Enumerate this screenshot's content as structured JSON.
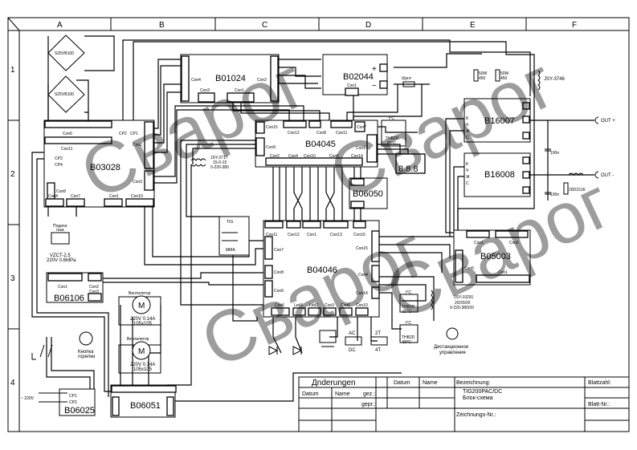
{
  "frame": {
    "columns": [
      "A",
      "B",
      "C",
      "D",
      "E",
      "F"
    ],
    "rows": [
      "1",
      "2",
      "3",
      "4"
    ]
  },
  "watermark": "Сварог",
  "modules": {
    "b01024": {
      "name": "B01024",
      "con4": "Con4",
      "con2": "Con2",
      "con3": "Con3",
      "con1": "Con1"
    },
    "b02044": {
      "name": "B02044",
      "con1": "Con1",
      "plus": "+",
      "minus": "−"
    },
    "b03028": {
      "name": "B03028",
      "con6": "Con6",
      "con11": "Con11",
      "con2": "Con2",
      "con3": "Con3",
      "con8": "Con8",
      "con4": "Con4",
      "con7": "Con7",
      "con1": "Con1",
      "con10": "Con10",
      "cp1": "CP1",
      "cp2": "CP2",
      "cp3": "CP3",
      "cp4": "CP4"
    },
    "b04045": {
      "name": "B04045",
      "con15": "Con15",
      "con12": "Con12",
      "con8": "Con8",
      "con11": "Con11",
      "con9": "Con9",
      "con2": "Con2",
      "con4": "Con4",
      "con10": "Con10",
      "con5": "Con5",
      "con14": "Con14",
      "con7": "Con7",
      "con1": "Con1"
    },
    "b16007": {
      "name": "B16007",
      "pins": [
        "K",
        "Ч",
        "Ж",
        "С"
      ]
    },
    "b16008": {
      "name": "B16008",
      "pins": [
        "K",
        "Ч",
        "Ж",
        "С"
      ]
    },
    "b06050": {
      "name": "B06050"
    },
    "b04046": {
      "name": "B04046",
      "con11": "Con11",
      "con12": "Con12",
      "con1": "Con1",
      "con13": "Con13",
      "con16": "Con16",
      "con7": "Con7",
      "con8": "Con8",
      "con9": "Con9",
      "con15": "Con15",
      "con4": "Con4",
      "con14": "Con14",
      "con6a": "Con6",
      "led1": "Led1",
      "led2": "Led2",
      "con3": "Con3",
      "con6b": "Con6",
      "con10": "Con10"
    },
    "b05003": {
      "name": "B05003",
      "con1a": "Con1",
      "con5a": "Con5",
      "con5b": "Con5",
      "con1b": "Con1"
    },
    "b06106": {
      "name": "B06106",
      "con1": "Con1",
      "con2": "Con2",
      "con3": "Con3"
    },
    "b06051": {
      "name": "B06051"
    },
    "b06025": {
      "name": "B06025",
      "cp1": "CP1",
      "cp2": "CP2",
      "mains": "~ 220V"
    }
  },
  "components": {
    "bridge1": "S25VB100",
    "bridge2": "S25VB100",
    "transformer1": [
      "JSY-2717",
      "15-0-15",
      "0-220-380"
    ],
    "shunt": "Шунт",
    "resistor1": [
      "50W",
      "450"
    ],
    "resistor2": [
      "50W",
      "450"
    ],
    "inductor": "JSY-3746",
    "thermo1": [
      "t°C",
      "THB2D",
      "80°C"
    ],
    "thermo2": [
      "t°C",
      "THB2D",
      "80°C"
    ],
    "thermo3": [
      "t°C",
      "THB2D",
      "80°C"
    ],
    "cap1": "100n",
    "cap2": "100n",
    "varistor": "20D151K",
    "out_plus": "OUT +",
    "out_minus": "OUT -",
    "display": "8.8.8",
    "tig_mma": [
      "TIG",
      "MMA"
    ],
    "gas_valve": [
      "Подача",
      "газа",
      "VZCT-2.5",
      "220V 0.6MPa"
    ],
    "fan1": [
      "Вентилятор",
      "M",
      "220V 0.14A",
      "105x105"
    ],
    "fan2": [
      "Вентилятор",
      "M",
      "220V 0.14A",
      "105x105"
    ],
    "torch_button": [
      "Кнопка",
      "горелки"
    ],
    "remote": [
      "Дистанционное",
      "управление"
    ],
    "transformer2": [
      "JSY-19291",
      "20/20/20",
      "0-220-380/20"
    ],
    "ac_dc": [
      "AC",
      "DC"
    ],
    "t2_t4": [
      "2T",
      "4T"
    ]
  },
  "title_block": {
    "aenderungen": "Дnderungen",
    "datum": "Datum",
    "name": "Name",
    "datum2": "Datum",
    "name2": "Name",
    "gez": "gez.:",
    "gepr": "gepr.:",
    "bezeichnung": "Bezeichnung:",
    "title": "TIG200PAC/DC",
    "subtitle": "Блок-схема",
    "blattzahl": "Blattzahl:",
    "blatt_nr": "Blatt-Nr.:",
    "zeichnungs_nr": "Zeichnungs-Nr.:"
  }
}
